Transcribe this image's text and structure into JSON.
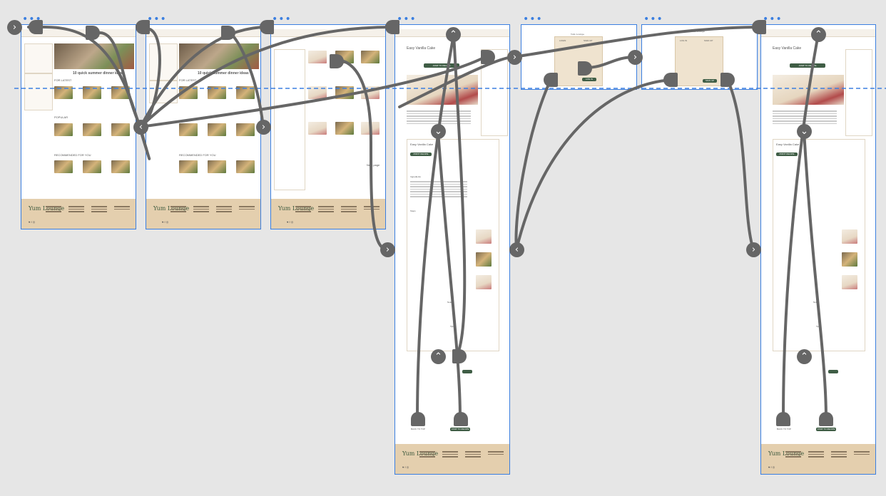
{
  "canvas": {
    "background": "#e6e6e6",
    "frame_border_color": "#3b7fe0",
    "wire_color": "#666666",
    "guide_line_color": "#3b7fe0"
  },
  "frame_marker": "•••",
  "nav_glyphs": {
    "right": "›",
    "left": "‹",
    "up": "⌃",
    "down": "⌄"
  },
  "boards": {
    "home": {
      "section_title": "10 quick summer dinner ideas",
      "section_latest": "FOR LATEST",
      "section_popular": "POPULAR",
      "section_recommend": "RECOMMENDED FOR YOU",
      "footer_logo": "Yum Lounge",
      "footer_social": "♥ f ◎"
    },
    "home_scrolled": {
      "section_title": "10 quick summer dinner ideas",
      "section_latest": "FOR LATEST",
      "section_recommend": "RECOMMENDED FOR YOU",
      "footer_logo": "Yum Lounge",
      "footer_social": "♥ f ◎"
    },
    "search": {
      "pager_label": "Next page",
      "footer_logo": "Yum Lounge",
      "footer_social": "♥ f ◎"
    },
    "recipe": {
      "title": "Easy Vanilla Cake",
      "jump_label": "JUMP TO RECIPE",
      "card_title": "Easy Vanilla Cake",
      "print_label": "PRINT RECIPE",
      "ingredients_heading": "Ingredients",
      "steps_heading": "Steps",
      "notes_heading": "Notes",
      "tips_heading": "Tips",
      "back_to_top": "BACK TO TOP",
      "jump_to_recipe": "JUMP TO RECIPE",
      "footer_logo": "Yum Lounge",
      "footer_social": "♥ f ◎"
    },
    "login_modal": {
      "logo": "Yum Lounge",
      "tab_login": "LOGIN",
      "tab_signup": "SIGN UP",
      "submit": "LOG IN"
    },
    "signup_modal": {
      "logo": "Yum Lounge",
      "tab_login": "LOG IN",
      "tab_signup": "SIGN UP",
      "submit": "SIGN UP"
    },
    "recipe_logged_in": {
      "title": "Easy Vanilla Cake",
      "jump_label": "JUMP TO RECIPE",
      "card_title": "Easy Vanilla Cake",
      "print_label": "PRINT RECIPE",
      "notes_heading": "Notes",
      "tips_heading": "Tips",
      "back_to_top": "BACK TO TOP",
      "jump_to_recipe": "JUMP TO RECIPE",
      "footer_logo": "Yum Lounge",
      "footer_social": "♥ f ◎"
    }
  }
}
